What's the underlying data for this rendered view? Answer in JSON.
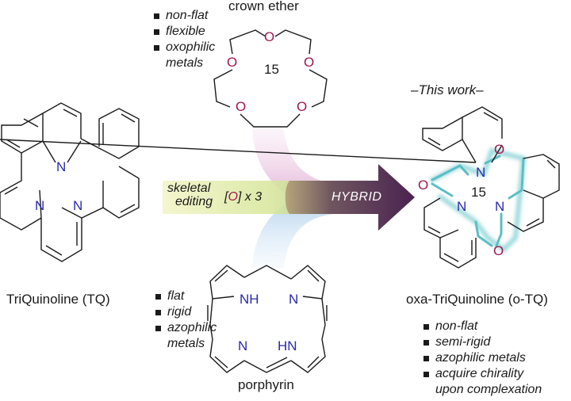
{
  "crown_ether": {
    "title": "crown ether",
    "ring_size": "15",
    "atom": "O",
    "properties": [
      "non-flat",
      "flexible",
      "oxophilic",
      "metals"
    ]
  },
  "triquinoline": {
    "name": "TriQuinoline (TQ)",
    "atom": "N"
  },
  "porphyrin": {
    "name": "porphyrin",
    "atoms": [
      "NH",
      "N",
      "N",
      "HN"
    ],
    "properties": [
      "flat",
      "rigid",
      "azophilic",
      "metals"
    ]
  },
  "arrow": {
    "line1": "skeletal",
    "line2": "editing",
    "reagent_open": "[",
    "reagent_atom": "O",
    "reagent_close": "] x 3",
    "hybrid": "HYBRID",
    "colors": {
      "pink": "#e9b9dd",
      "blue": "#b9d6ee",
      "yellow": "#eef2b0",
      "purple": "#5a2a5e"
    }
  },
  "product": {
    "header": "–This work–",
    "name": "oxa-TriQuinoline (o-TQ)",
    "ring_size": "15",
    "atoms": {
      "O": "O",
      "N": "N"
    },
    "highlight_color": "#5bbfc4",
    "properties": [
      "non-flat",
      "semi-rigid",
      "azophilic metals",
      "acquire chirality",
      "upon complexation"
    ]
  }
}
